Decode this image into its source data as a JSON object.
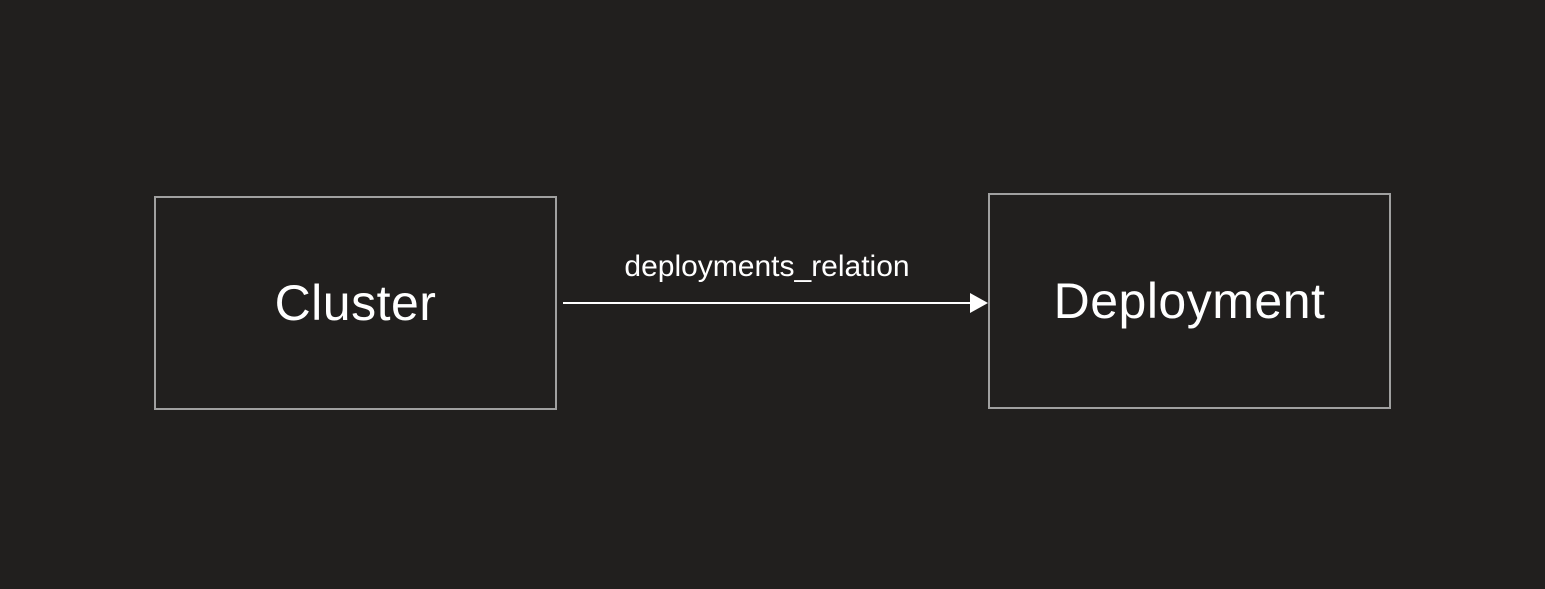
{
  "diagram": {
    "background_color": "#211f1e",
    "node_border_color": "#a0a0a0",
    "node_fill_color": "#211f1e",
    "text_color": "#ffffff",
    "arrow_color": "#ffffff",
    "nodes": [
      {
        "id": "cluster",
        "label": "Cluster"
      },
      {
        "id": "deployment",
        "label": "Deployment"
      }
    ],
    "edges": [
      {
        "from": "cluster",
        "to": "deployment",
        "label": "deployments_relation",
        "direction": "right"
      }
    ]
  }
}
